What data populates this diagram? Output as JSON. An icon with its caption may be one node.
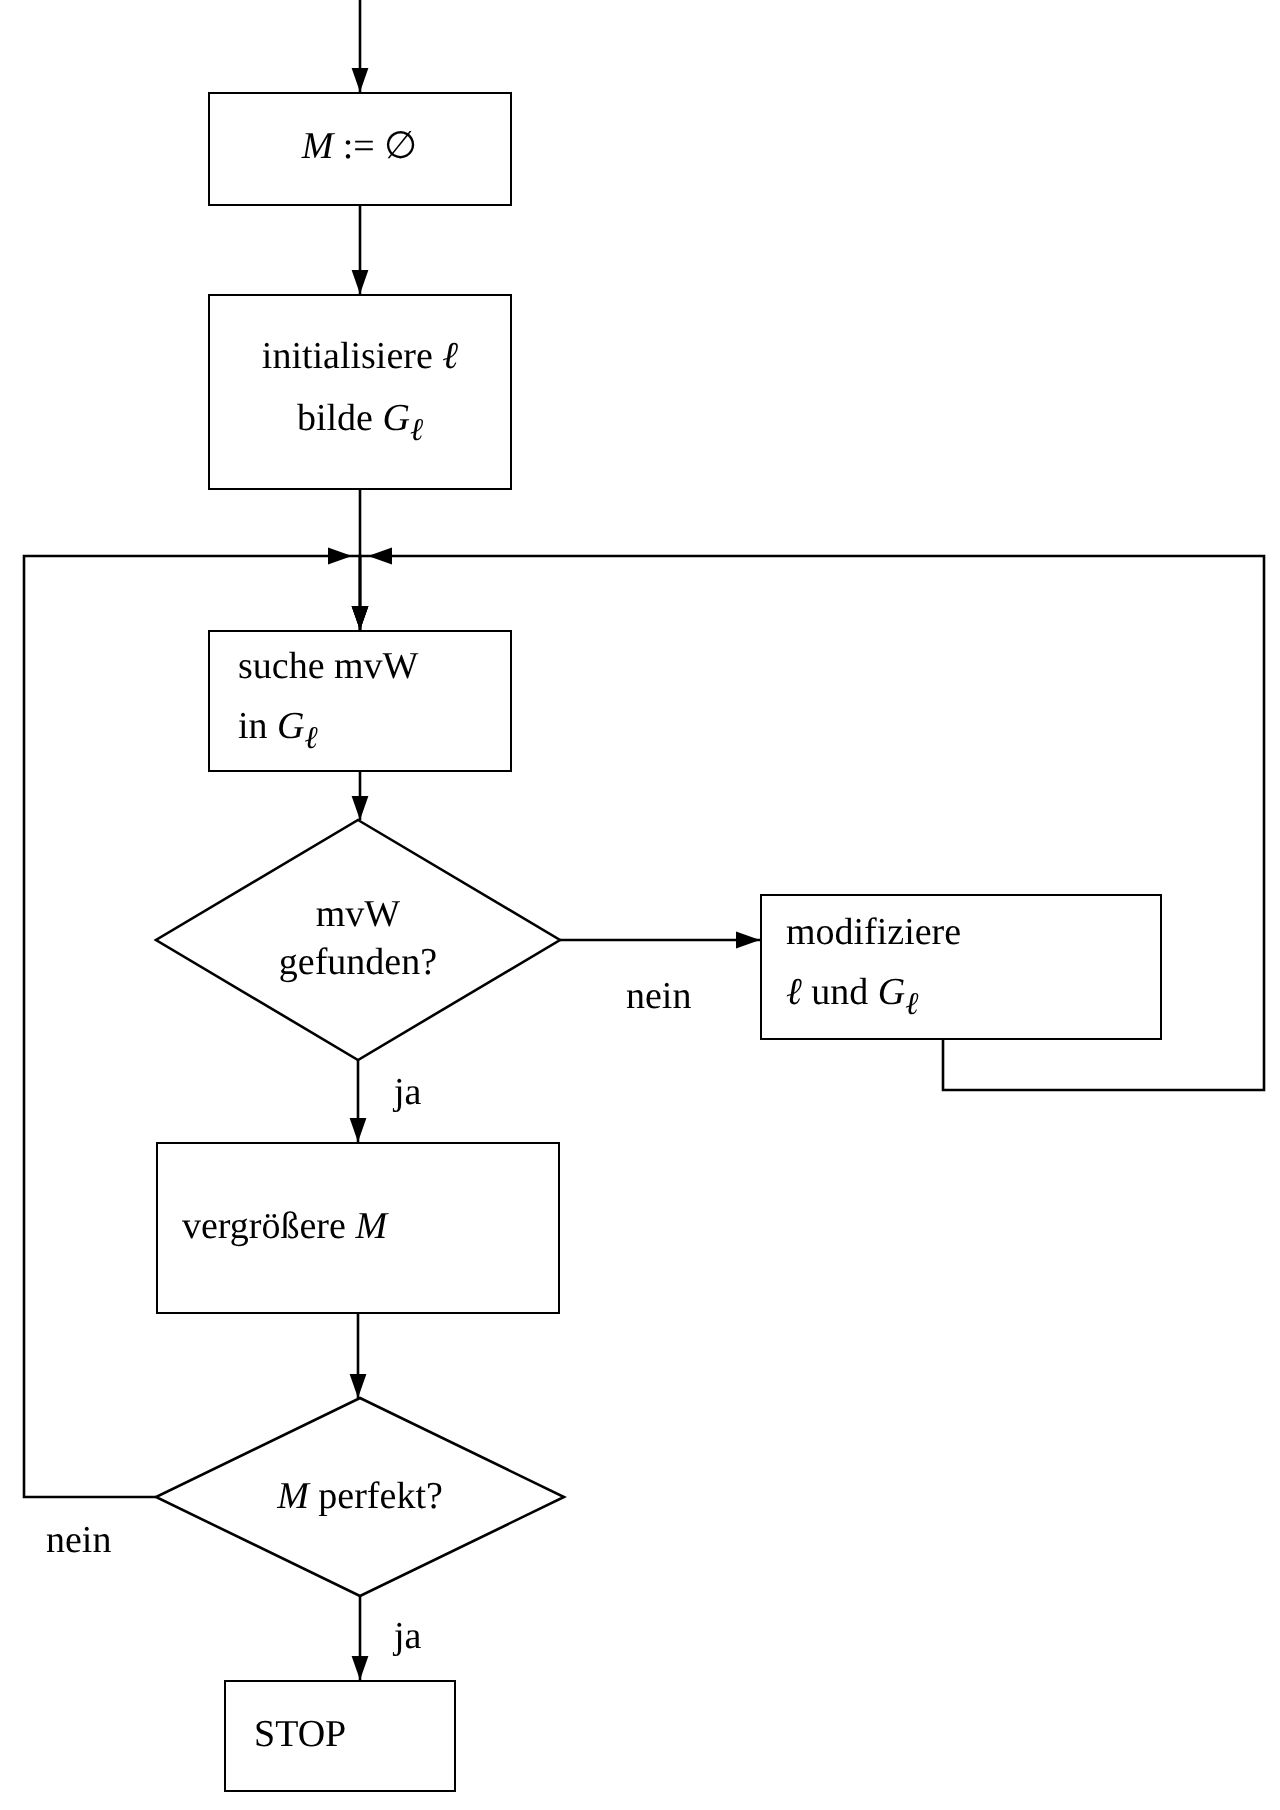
{
  "diagram": {
    "nodes": [
      {
        "text": [
          "*M* := ∅"
        ]
      },
      {
        "text": [
          "initialisiere *ℓ*",
          "bilde *G*$_{ℓ}$"
        ]
      },
      {
        "text": [
          "suche mvW",
          "in *G*$_{ℓ}$"
        ]
      },
      {
        "text": [
          "mvW gefunden?"
        ]
      },
      {
        "text": [
          "modifiziere",
          "*ℓ* und *G*$_{ℓ}$"
        ]
      },
      {
        "text": [
          "vergrößere *M*"
        ]
      },
      {
        "text": [
          "*M* perfekt?"
        ]
      },
      {
        "text": [
          "STOP"
        ]
      }
    ],
    "edges": [
      {
        "from": null,
        "to": 0,
        "arrow": "to"
      },
      {
        "from": 0,
        "to": 1,
        "arrow": "to"
      },
      {
        "from": 1,
        "to": 2,
        "arrow": "to"
      },
      {
        "from": 2,
        "to": 3,
        "arrow": "to"
      },
      {
        "from": 3,
        "to": 4,
        "arrow": "to",
        "label": "nein"
      },
      {
        "from": 3,
        "to": 5,
        "arrow": "to",
        "label": "ja"
      },
      {
        "from": 5,
        "to": 6,
        "arrow": "to"
      },
      {
        "from": 6,
        "to": 2,
        "arrow": "to",
        "label": "nein"
      },
      {
        "from": 4,
        "to": 2,
        "arrow": "to"
      },
      {
        "from": 6,
        "to": 7,
        "arrow": "to",
        "label": "ja"
      }
    ]
  }
}
